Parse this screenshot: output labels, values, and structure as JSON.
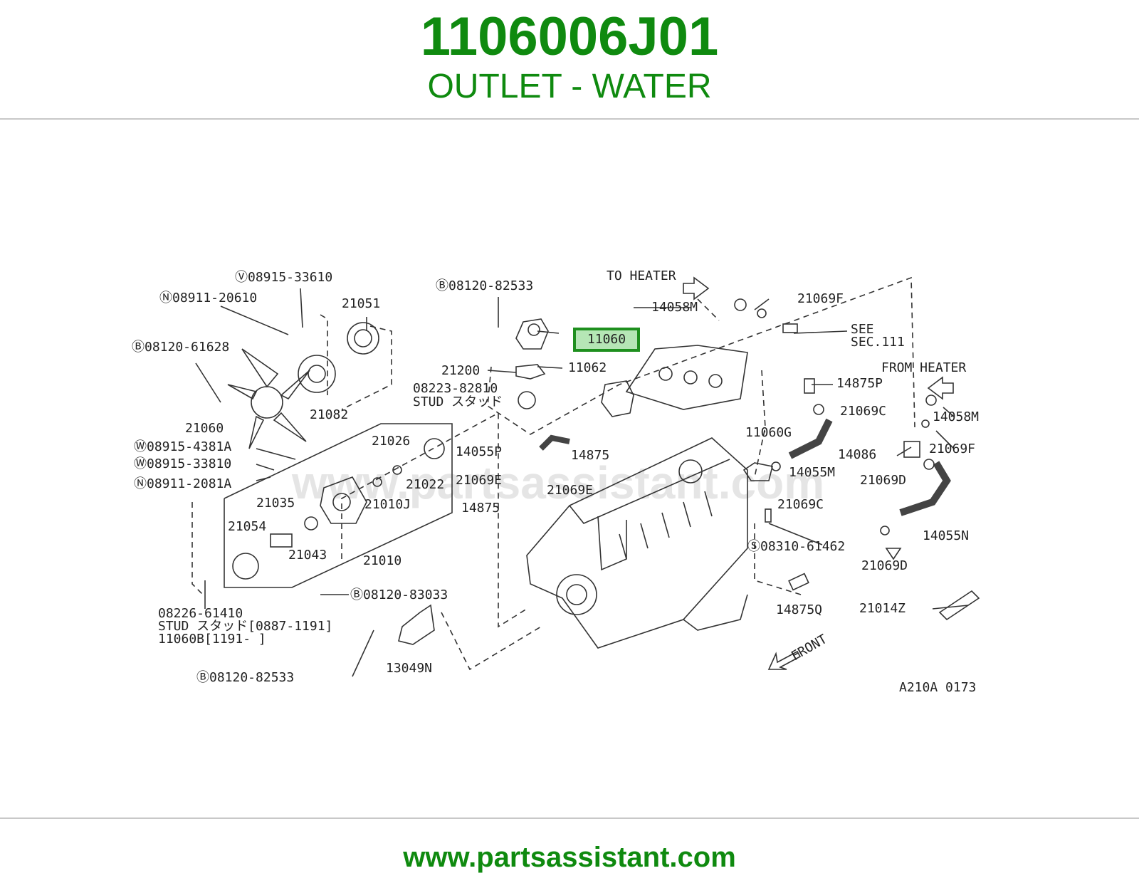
{
  "header": {
    "part_number": "1106006J01",
    "description": "OUTLET - WATER",
    "color": "#0f8a0f"
  },
  "footer": {
    "url": "www.partsassistant.com"
  },
  "diagram": {
    "watermark": "www.partsassistant.com",
    "code": "A210A 0173",
    "highlighted": "11060",
    "labels": {
      "l_08915_33610": "Ⓥ08915-33610",
      "l_08911_20610": "Ⓝ08911-20610",
      "l_21051": "21051",
      "l_08120_61628": "Ⓑ08120-61628",
      "l_21082": "21082",
      "l_21060": "21060",
      "l_08915_4381a": "Ⓦ08915-4381A",
      "l_08915_33810": "Ⓦ08915-33810",
      "l_08911_2081a": "Ⓝ08911-2081A",
      "l_08120_82533_top": "Ⓑ08120-82533",
      "l_11062": "11062",
      "l_21200": "21200",
      "l_08223_82810": "08223-82810",
      "l_stud_1": "STUD スタッド",
      "l_21026": "21026",
      "l_21022": "21022",
      "l_21010j": "21010J",
      "l_21035": "21035",
      "l_21054": "21054",
      "l_21043": "21043",
      "l_21010": "21010",
      "l_14055p": "14055P",
      "l_21069e_1": "21069E",
      "l_21069e_2": "21069E",
      "l_14875_1": "14875",
      "l_14875_2": "14875",
      "l_to_heater": "TO HEATER",
      "l_14058m_1": "14058M",
      "l_21069f_1": "21069F",
      "l_see": "SEE",
      "l_sec111": "SEC.111",
      "l_from_heater": "FROM HEATER",
      "l_14875p": "14875P",
      "l_21069c_1": "21069C",
      "l_14058m_2": "14058M",
      "l_11060g": "11060G",
      "l_14086": "14086",
      "l_21069f_2": "21069F",
      "l_14055m": "14055M",
      "l_21069d_1": "21069D",
      "l_21069c_2": "21069C",
      "l_14055n": "14055N",
      "l_08310_61462": "Ⓢ08310-61462",
      "l_21069d_2": "21069D",
      "l_14875q": "14875Q",
      "l_21014z": "21014Z",
      "l_08120_83033": "Ⓑ08120-83033",
      "l_08226_61410": "08226-61410",
      "l_stud_2": "STUD スタッド[0887-1191]",
      "l_11060b": "11060B[1191-     ]",
      "l_13049n": "13049N",
      "l_08120_82533_bot": "Ⓑ08120-82533",
      "l_front": "FRONT"
    }
  }
}
